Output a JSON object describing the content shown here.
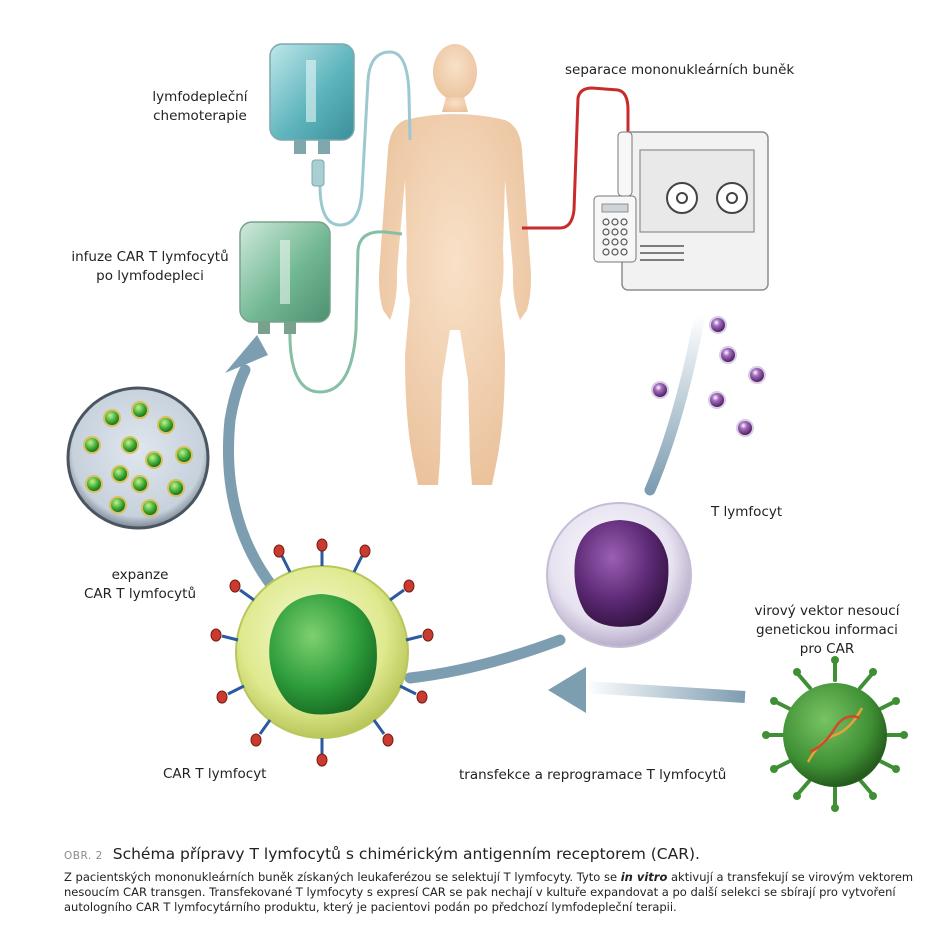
{
  "labels": {
    "chemo_line1": "lymfodepleční",
    "chemo_line2": "chemoterapie",
    "infusion_line1": "infuze CAR T lymfocytů",
    "infusion_line2": "po lymfodepleci",
    "separation": "separace mononukleárních buněk",
    "t_cell": "T lymfocyt",
    "expansion_line1": "expanze",
    "expansion_line2": "CAR T lymfocytů",
    "vector_line1": "virový vektor nesoucí",
    "vector_line2": "genetickou informaci",
    "vector_line3": "pro CAR",
    "car_t_cell": "CAR T lymfocyt",
    "transfection": "transfekce a reprogramace T lymfocytů"
  },
  "caption": {
    "tag": "OBR. 2",
    "title": "Schéma přípravy T lymfocytů s chimérickým antigenním receptorem (CAR).",
    "body_part1": "Z pacientských mononukleárních buněk získaných leukaferézou se selektují T lymfocyty. Tyto se ",
    "body_emph": "in vitro",
    "body_part2": " aktivují a transfekují se virovým vektorem nesoucím CAR transgen. Transfekované T lymfocyty s expresí CAR se pak nechají v kultuře expandovat a po další selekci se sbírají pro vytvoření autologního CAR T lymfocytárního produktu, který je pacientovi podán po předchozí lymfodepleční terapii."
  },
  "colors": {
    "arrow": "#7d9db1",
    "body": "#f2d3b5",
    "bag_chemo": "#5fb5bd",
    "bag_car": "#73b895",
    "tube_red": "#c92a2a",
    "t_cell_nucleus": "#5b2873",
    "car_nucleus": "#2f9e3c",
    "car_membrane": "#dfe98e",
    "virus": "#3f8f34"
  }
}
